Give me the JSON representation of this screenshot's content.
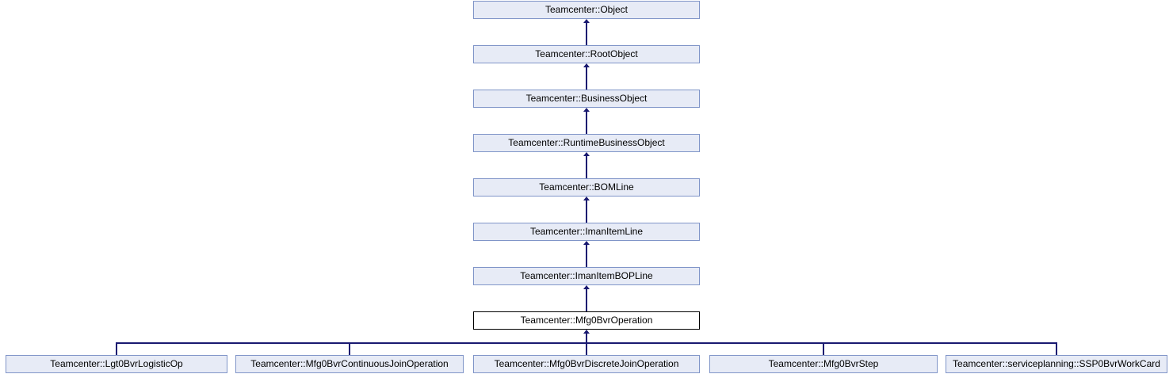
{
  "diagram": {
    "kind": "class-inheritance-diagram",
    "ancestors": [
      {
        "label": "Teamcenter::Object"
      },
      {
        "label": "Teamcenter::RootObject"
      },
      {
        "label": "Teamcenter::BusinessObject"
      },
      {
        "label": "Teamcenter::RuntimeBusinessObject"
      },
      {
        "label": "Teamcenter::BOMLine"
      },
      {
        "label": "Teamcenter::ImanItemLine"
      },
      {
        "label": "Teamcenter::ImanItemBOPLine"
      }
    ],
    "current": {
      "label": "Teamcenter::Mfg0BvrOperation"
    },
    "children": [
      {
        "label": "Teamcenter::Lgt0BvrLogisticOp"
      },
      {
        "label": "Teamcenter::Mfg0BvrContinuousJoinOperation"
      },
      {
        "label": "Teamcenter::Mfg0BvrDiscreteJoinOperation"
      },
      {
        "label": "Teamcenter::Mfg0BvrStep"
      },
      {
        "label": "Teamcenter::serviceplanning::SSP0BvrWorkCard"
      }
    ]
  },
  "colors": {
    "node_fill": "#e7ebf6",
    "node_border": "#8095c8",
    "current_fill": "#ffffff",
    "current_border": "#000000",
    "arrow": "#191970",
    "text": "#000000"
  }
}
